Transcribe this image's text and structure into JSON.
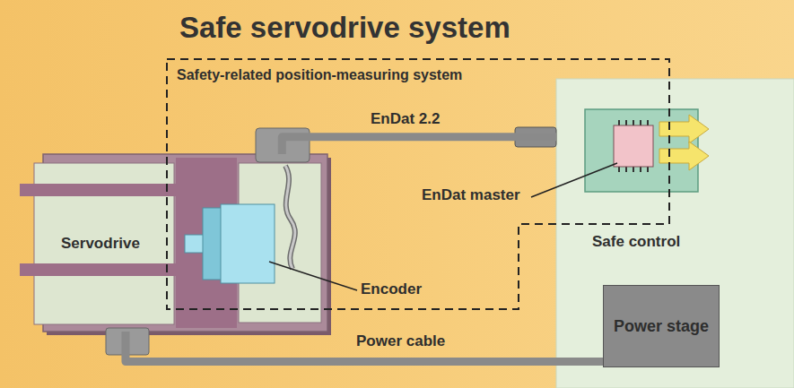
{
  "diagram": {
    "title": "Safe servodrive system",
    "nodes": [
      {
        "text": [
          "Servodrive"
        ]
      },
      {
        "text": [
          "Safe control"
        ]
      },
      {
        "text": [
          "Power stage"
        ],
        "in": 1
      }
    ],
    "edges": [
      {
        "from": 0,
        "to": 1,
        "arrow": "none",
        "label": "EnDat 2.2"
      },
      {
        "from": 0,
        "to": 2,
        "arrow": "none",
        "label": "Power cable"
      }
    ],
    "labels": [
      "Safety-related position-measuring system",
      "EnDat master",
      "Encoder"
    ]
  }
}
